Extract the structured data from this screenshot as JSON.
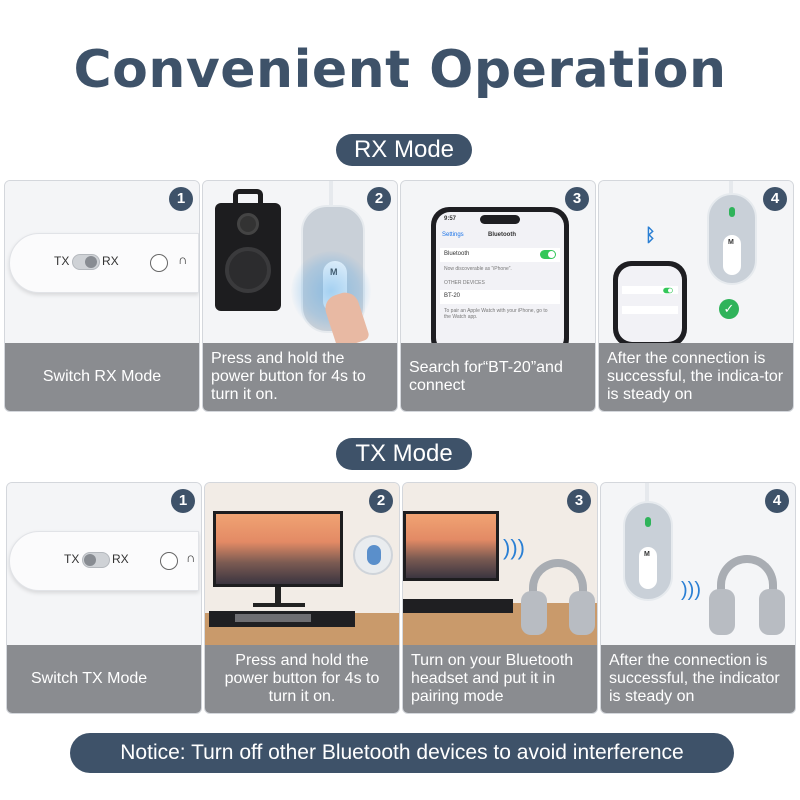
{
  "title": "Convenient Operation",
  "rx_pill": "RX Mode",
  "tx_pill": "TX Mode",
  "rx_steps": [
    {
      "num": "1",
      "caption": "Switch RX Mode"
    },
    {
      "num": "2",
      "caption": "Press and hold the power button for 4s to turn it on."
    },
    {
      "num": "3",
      "caption": "Search for“BT-20”and connect"
    },
    {
      "num": "4",
      "caption": "After the connection is successful, the indica-tor is steady on"
    }
  ],
  "tx_steps": [
    {
      "num": "1",
      "caption": "Switch TX Mode"
    },
    {
      "num": "2",
      "caption": "Press and hold the power button for 4s to turn it on."
    },
    {
      "num": "3",
      "caption": "Turn on your Bluetooth headset and put it in pairing mode"
    },
    {
      "num": "4",
      "caption": "After the connection is successful, the indicator is steady on"
    }
  ],
  "device": {
    "tx": "TX",
    "rx": "RX"
  },
  "remote_button": "M",
  "phone": {
    "time": "9:57",
    "back": "Settings",
    "header": "Bluetooth",
    "bt_label": "Bluetooth",
    "discoverable": "Now discoverable as “iPhone”.",
    "other_devices": "OTHER DEVICES",
    "device_name": "BT-20",
    "pair_hint": "To pair an Apple Watch with your iPhone, go to the Watch app."
  },
  "notice": "Notice:  Turn off other Bluetooth devices to avoid interference",
  "colors": {
    "primary": "#3e5269",
    "caption_bg": "#8a8c90",
    "green": "#2fb35a",
    "bluetooth": "#2a7fd4"
  }
}
